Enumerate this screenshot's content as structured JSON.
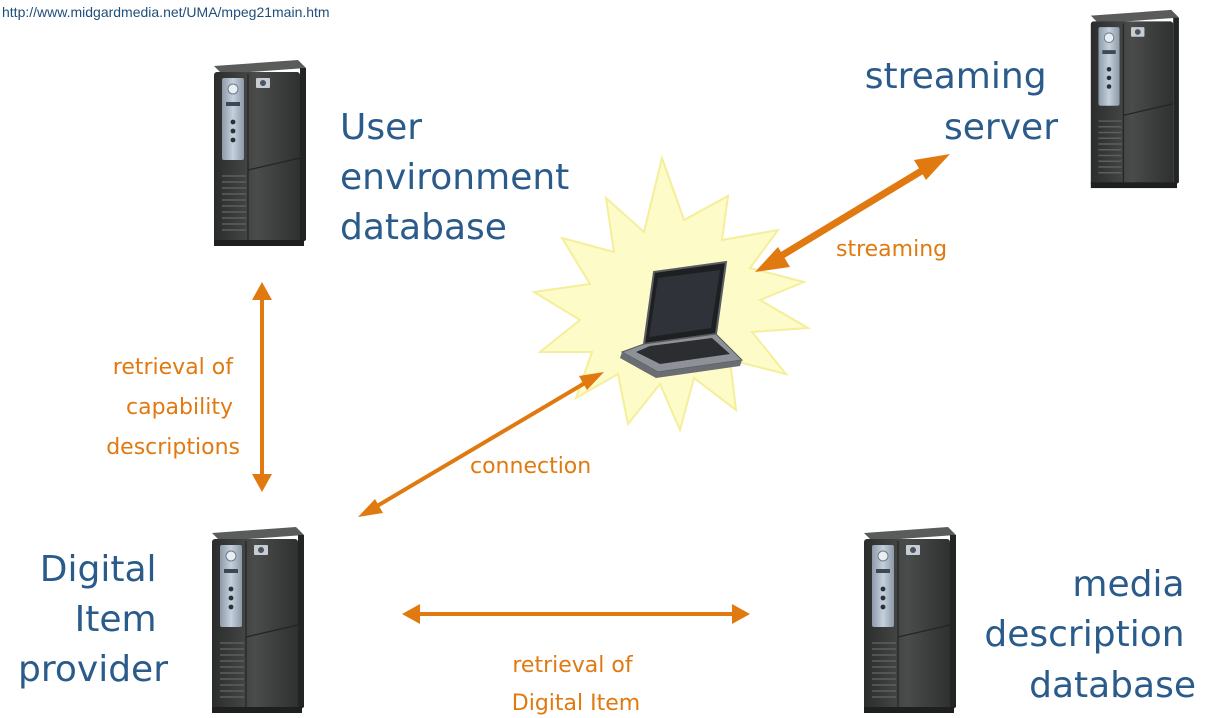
{
  "source_url": "http://www.midgardmedia.net/UMA/mpeg21main.htm",
  "colors": {
    "arrow": "#e07a10",
    "node_text": "#2a5b8a",
    "edge_text": "#e07a10",
    "server_body": "#3f4040",
    "server_panel": "#a9b6c4",
    "burst_fill": "#fdfbc8"
  },
  "nodes": {
    "user_env_db": {
      "label_lines": [
        "User",
        "environment",
        "database"
      ],
      "icon": "server-tower-icon"
    },
    "streaming_server": {
      "label_lines": [
        "streaming",
        "server"
      ],
      "icon": "server-tower-icon"
    },
    "digital_item_provider": {
      "label_lines": [
        "Digital",
        "Item",
        "provider"
      ],
      "icon": "server-tower-icon"
    },
    "media_description_db": {
      "label_lines": [
        "media",
        "description",
        "database"
      ],
      "icon": "server-tower-icon"
    },
    "client_laptop": {
      "icon": "laptop-icon",
      "highlight": "starburst"
    }
  },
  "edges": {
    "retrieval_capability": {
      "label_lines": [
        "retrieval of",
        "capability",
        "descriptions"
      ]
    },
    "streaming": {
      "label_lines": [
        "streaming"
      ]
    },
    "connection": {
      "label_lines": [
        "connection"
      ]
    },
    "retrieval_digital_item": {
      "label_lines": [
        "retrieval of",
        "Digital Item"
      ]
    }
  }
}
